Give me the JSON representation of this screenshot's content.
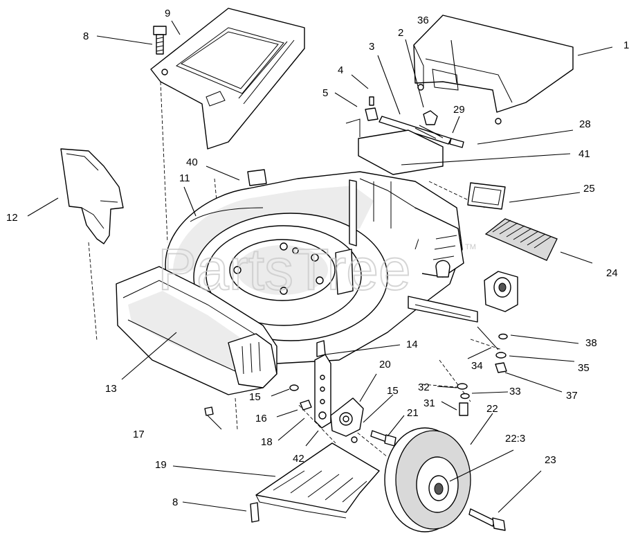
{
  "watermark": {
    "text": "PartsTree",
    "trademark": "TM"
  },
  "callouts": {
    "c1": "1",
    "c2": "2",
    "c3": "3",
    "c4": "4",
    "c5": "5",
    "c8a": "8",
    "c8b": "8",
    "c9": "9",
    "c11": "11",
    "c12": "12",
    "c13": "13",
    "c14": "14",
    "c15a": "15",
    "c15b": "15",
    "c16": "16",
    "c17": "17",
    "c18": "18",
    "c19": "19",
    "c20": "20",
    "c21": "21",
    "c22": "22",
    "c22_3": "22:3",
    "c23": "23",
    "c24": "24",
    "c25": "25",
    "c28": "28",
    "c29": "29",
    "c31": "31",
    "c32": "32",
    "c33": "33",
    "c34": "34",
    "c35": "35",
    "c36": "36",
    "c37": "37",
    "c38": "38",
    "c40": "40",
    "c41": "41",
    "c42": "42"
  }
}
